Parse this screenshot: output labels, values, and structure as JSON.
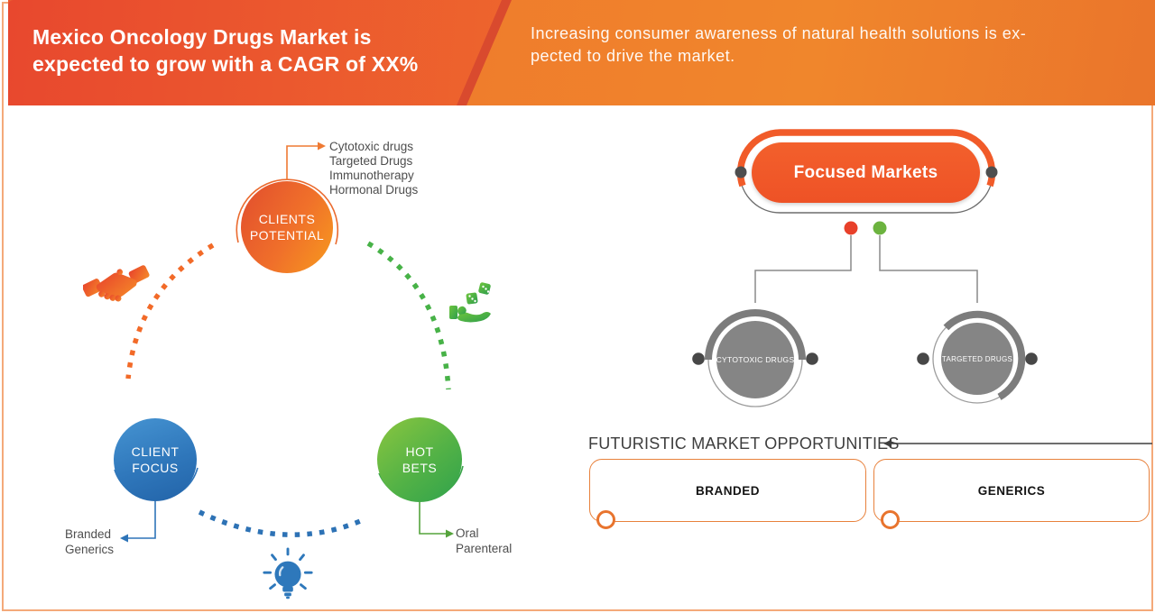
{
  "header": {
    "title_lines": [
      "Mexico Oncology Drugs Market is",
      "expected to grow with a CAGR of XX%"
    ],
    "subtitle_lines": [
      "Increasing consumer awareness of natural health solutions is ex-",
      "pected to drive the market."
    ]
  },
  "left_diagram": {
    "clients_potential": {
      "label": "CLIENTS POTENTIAL",
      "items": [
        "Cytotoxic drugs",
        "Targeted Drugs",
        "Immunotherapy",
        "Hormonal Drugs"
      ]
    },
    "client_focus": {
      "label": "CLIENT FOCUS",
      "callout_lines": [
        "Branded",
        "Generics"
      ]
    },
    "hot_bets": {
      "label": "HOT BETS",
      "callout_lines": [
        "Oral",
        "Parenteral"
      ]
    },
    "icons": {
      "handshake": "handshake-icon",
      "dice_hand": "hand-with-dice-icon",
      "lightbulb": "lightbulb-icon"
    }
  },
  "right_diagram": {
    "focused_markets": {
      "label": "Focused Markets"
    },
    "nodes": {
      "cytotoxic": {
        "label": "CYTOTOXIC DRUGS"
      },
      "targeted": {
        "label": "TARGETED DRUGS"
      }
    },
    "opportunities": {
      "heading": "FUTURISTIC MARKET OPPORTUNITIES",
      "boxes": {
        "branded": {
          "label": "BRANDED"
        },
        "generics": {
          "label": "GENERICS"
        }
      }
    }
  },
  "colors": {
    "header_red": "#e8482e",
    "header_orange": "#f0862c",
    "accent_orange": "#f15b29",
    "blue": "#2e74b8",
    "green": "#47b247",
    "gray_node": "#858585",
    "red_dot": "#e8402a",
    "green_dot": "#6cb33f",
    "callout_text": "#4e4e4e",
    "frame_border": "#f4a97a"
  }
}
